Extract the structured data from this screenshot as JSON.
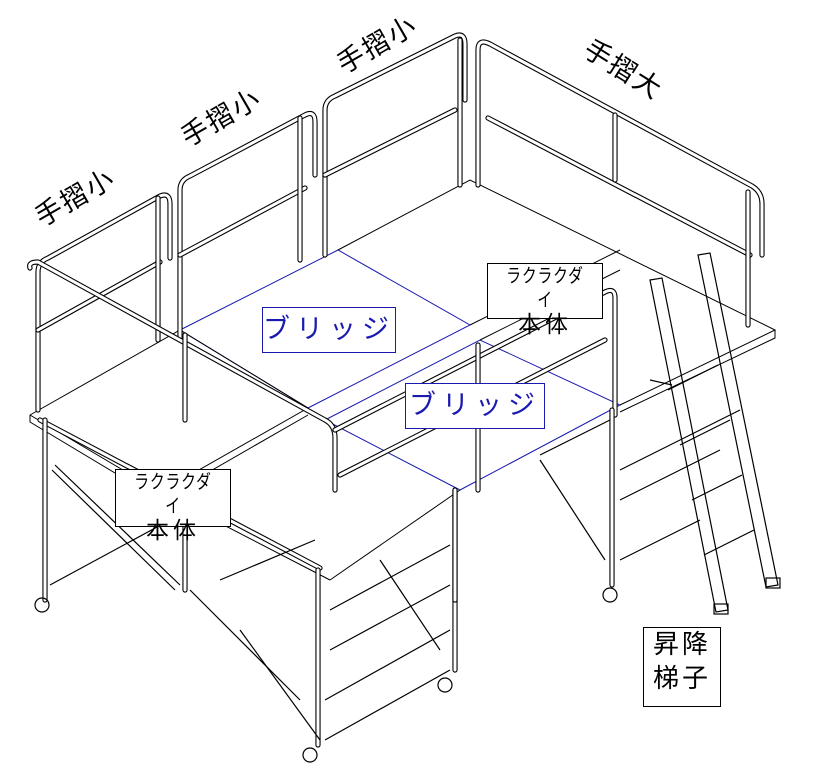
{
  "diagram": {
    "type": "isometric-technical-drawing",
    "subject": "work platform assembly with handrails, bridges and access ladder",
    "colors": {
      "line": "#000000",
      "bridge": "#1a1ab0",
      "background": "#ffffff"
    }
  },
  "labels": {
    "handrail_small_1": "手摺小",
    "handrail_small_2": "手摺小",
    "handrail_small_3": "手摺小",
    "handrail_large": "手摺大",
    "bridge_1": "ブリッジ",
    "bridge_2": "ブリッジ",
    "platform_body_right": {
      "line1": "ラクラクダイ",
      "line2": "本体"
    },
    "platform_body_left": {
      "line1": "ラクラクダイ",
      "line2": "本体"
    },
    "ladder": {
      "line1": "昇降",
      "line2": "梯子"
    }
  }
}
